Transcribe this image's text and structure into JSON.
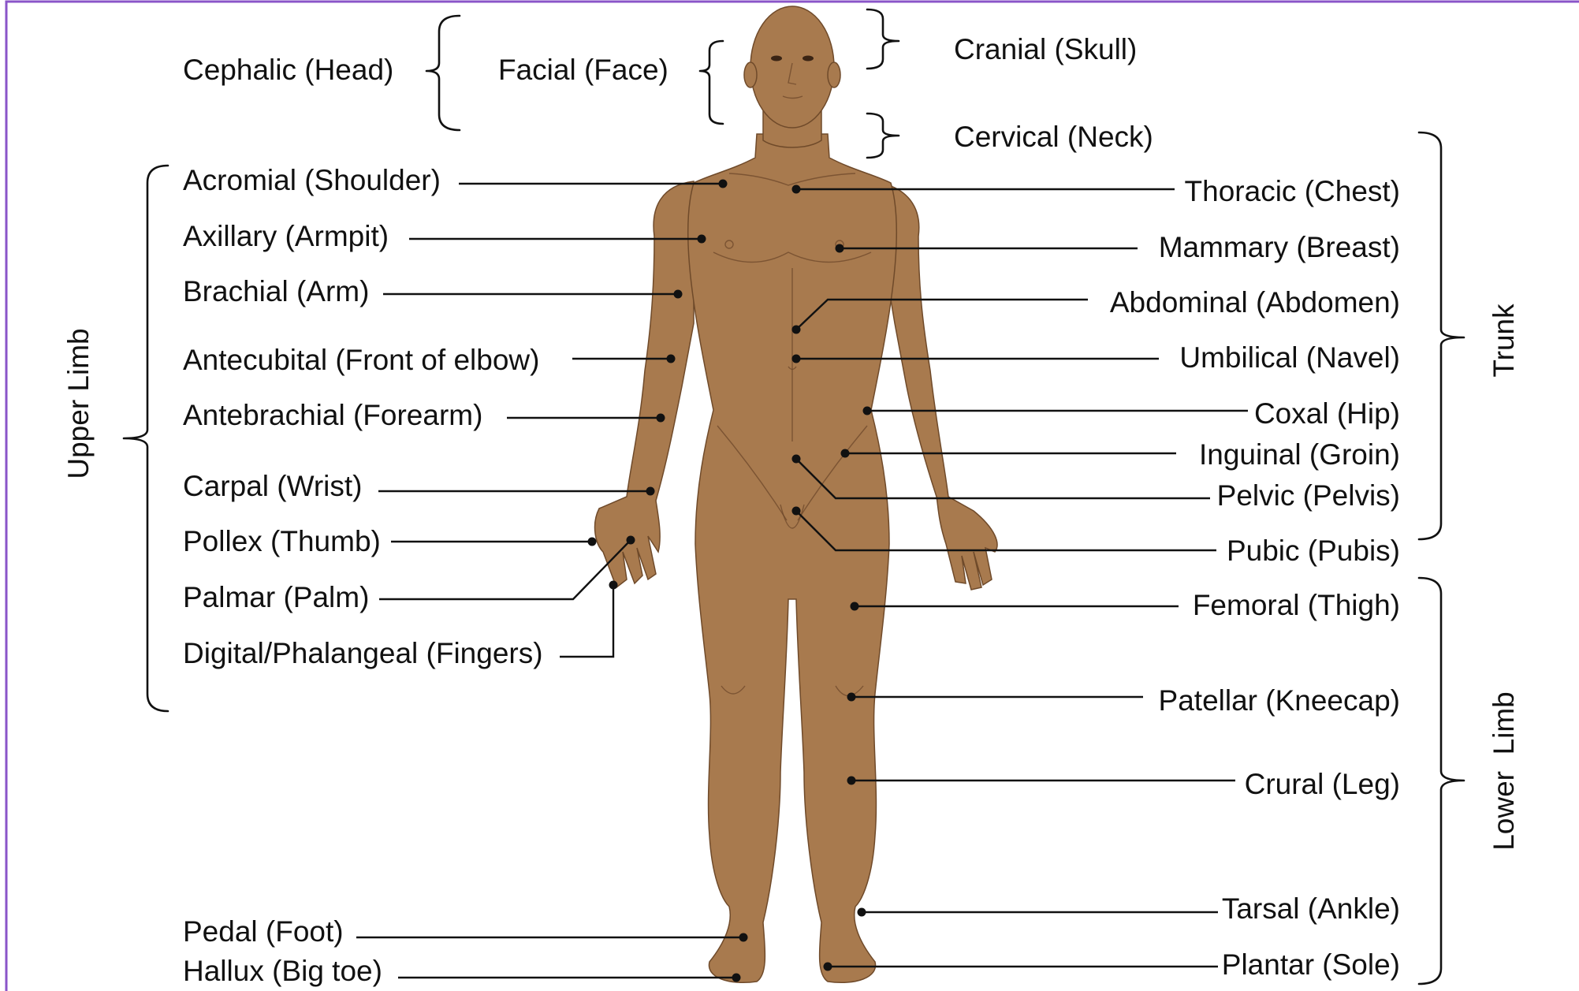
{
  "colors": {
    "skin": "#a87a4e",
    "frame": "#8a55c8",
    "ink": "#111111"
  },
  "regions": {
    "cephalic": "Cephalic (Head)",
    "facial": "Facial (Face)",
    "cranial": "Cranial (Skull)",
    "cervical": "Cervical (Neck)"
  },
  "upper_limb": {
    "group_label": "Upper Limb",
    "labels": [
      "Acromial (Shoulder)",
      "Axillary (Armpit)",
      "Brachial (Arm)",
      "Antecubital (Front of elbow)",
      "Antebrachial (Forearm)",
      "Carpal (Wrist)",
      "Pollex (Thumb)",
      "Palmar (Palm)",
      "Digital/Phalangeal (Fingers)"
    ]
  },
  "foot_left": {
    "labels": [
      "Pedal (Foot)",
      "Hallux (Big toe)"
    ]
  },
  "trunk": {
    "group_label": "Trunk",
    "labels": [
      "Thoracic (Chest)",
      "Mammary (Breast)",
      "Abdominal (Abdomen)",
      "Umbilical (Navel)",
      "Coxal (Hip)",
      "Inguinal (Groin)",
      "Pelvic (Pelvis)",
      "Pubic (Pubis)"
    ]
  },
  "lower_limb": {
    "group_label": "Lower  Limb",
    "labels": [
      "Femoral (Thigh)",
      "Patellar (Kneecap)",
      "Crural (Leg)",
      "Tarsal (Ankle)",
      "Plantar (Sole)"
    ]
  }
}
